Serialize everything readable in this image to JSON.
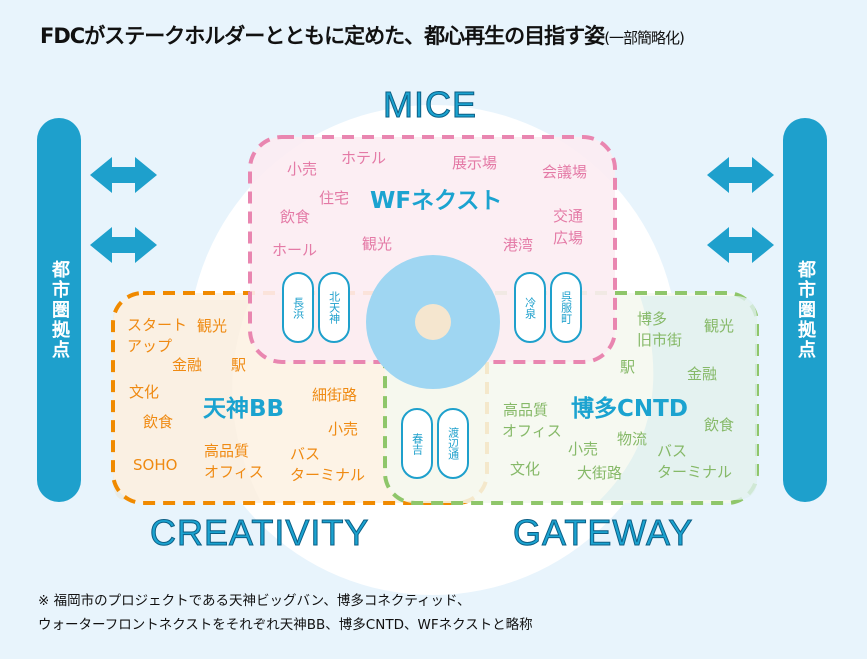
{
  "title": {
    "main": "FDCがステークホルダーとともに定めた、都心再生の目指す姿",
    "sub": "(一部簡略化)"
  },
  "categories": {
    "mice": "MICE",
    "creativity": "CREATIVITY",
    "gateway": "GATEWAY"
  },
  "pillars": {
    "left": "都市圏拠点",
    "right": "都市圏拠点"
  },
  "wf": {
    "name": "WFネクスト",
    "words": [
      "小売",
      "ホテル",
      "展示場",
      "会議場",
      "住宅",
      "飲食",
      "交通",
      "広場",
      "ホール",
      "観光",
      "港湾"
    ]
  },
  "tenjin": {
    "name": "天神BB",
    "words": [
      "スタート",
      "アップ",
      "観光",
      "金融",
      "駅",
      "文化",
      "細街路",
      "飲食",
      "小売",
      "高品質",
      "オフィス",
      "バス",
      "ターミナル",
      "SOHO"
    ]
  },
  "hakata": {
    "name": "博多CNTD",
    "words": [
      "博多",
      "旧市街",
      "観光",
      "駅",
      "金融",
      "高品質",
      "オフィス",
      "飲食",
      "小売",
      "物流",
      "バス",
      "ターミナル",
      "文化",
      "大街路"
    ]
  },
  "stations": [
    "長浜",
    "北天神",
    "冷泉",
    "呉服町",
    "春吉",
    "渡辺通"
  ],
  "notes": [
    "※ 福岡市のプロジェクトである天神ビッグバン、博多コネクティッド、",
    "ウォーターフロントネクストをそれぞれ天神BB、博多CNTD、WFネクストと略称"
  ],
  "colors": {
    "background": "#e8f4fc",
    "accent": "#1ea0cc",
    "wf": "#e986b0",
    "tenjin": "#f08a00",
    "hakata": "#8fc66a"
  }
}
